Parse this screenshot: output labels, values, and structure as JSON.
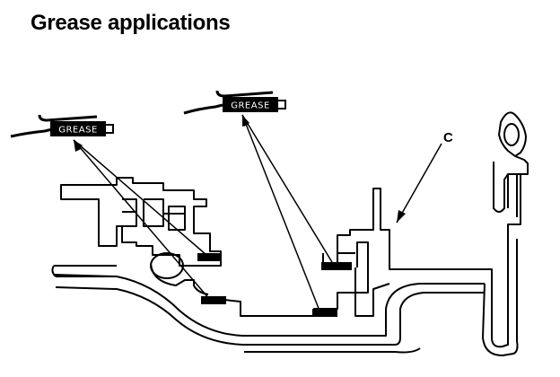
{
  "title": "Grease applications",
  "tools": [
    {
      "label": "GREASE"
    },
    {
      "label": "GREASE"
    }
  ],
  "callouts": {
    "c": "C"
  },
  "colors": {
    "ink": "#000000",
    "paper": "#ffffff"
  }
}
